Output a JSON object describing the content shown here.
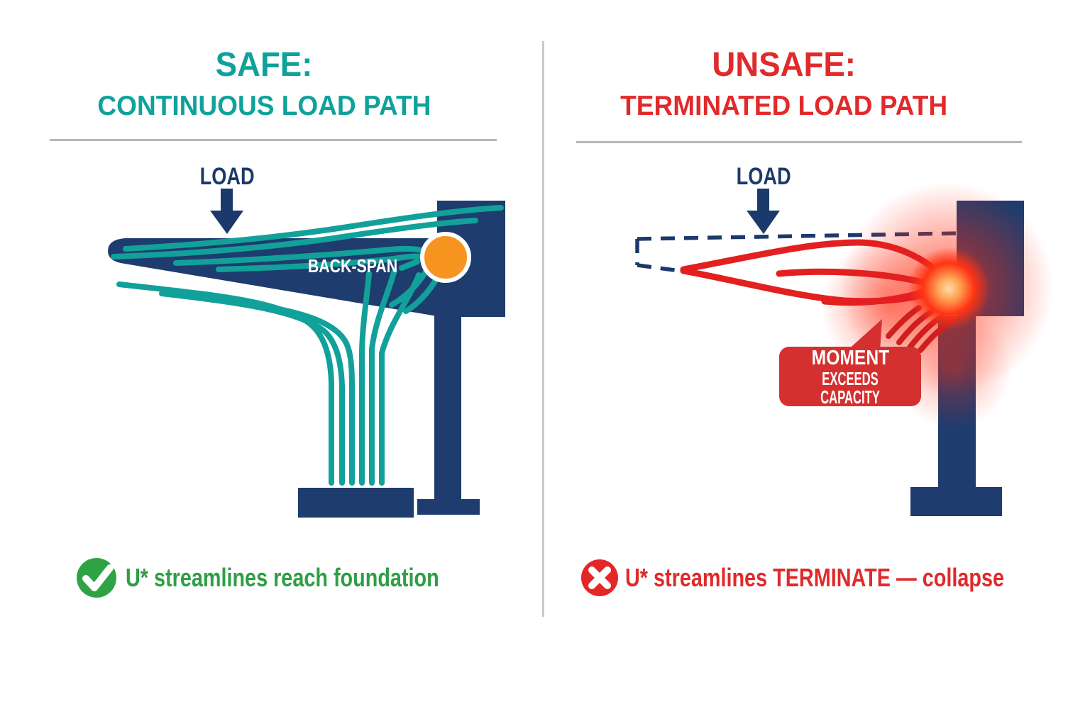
{
  "colors": {
    "background": "#FFFFFF",
    "navy": "#1E3C6E",
    "navy-dark": "#1B3A6B",
    "teal": "#12A19A",
    "teal-title": "#0FA29A",
    "red": "#E02A2B",
    "red-stream": "#E31F1F",
    "red-bubble": "#D43030",
    "orange": "#F79420",
    "green": "#2E9F44",
    "green-icon": "#2FA344",
    "red-icon": "#E32728",
    "divider": "#C7C9CB",
    "rule": "#B5B8BA"
  },
  "left_panel": {
    "title_line1": "SAFE:",
    "title_line2": "CONTINUOUS LOAD PATH",
    "load_label": "LOAD",
    "beam_label": "BACK-SPAN",
    "status_icon": "check-icon",
    "caption": "U* streamlines reach foundation"
  },
  "right_panel": {
    "title_line1": "UNSAFE:",
    "title_line2": "TERMINATED LOAD PATH",
    "load_label": "LOAD",
    "callout_line1": "MOMENT",
    "callout_line2": "EXCEEDS CAPACITY",
    "status_icon": "x-icon",
    "caption": "U* streamlines TERMINATE — collapse"
  }
}
